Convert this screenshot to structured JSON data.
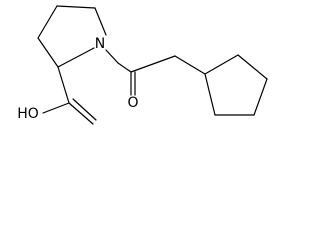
{
  "atoms": {
    "nitrogen": "N",
    "carbonyl_oxygen": "O",
    "hydroxyl": "HO"
  }
}
